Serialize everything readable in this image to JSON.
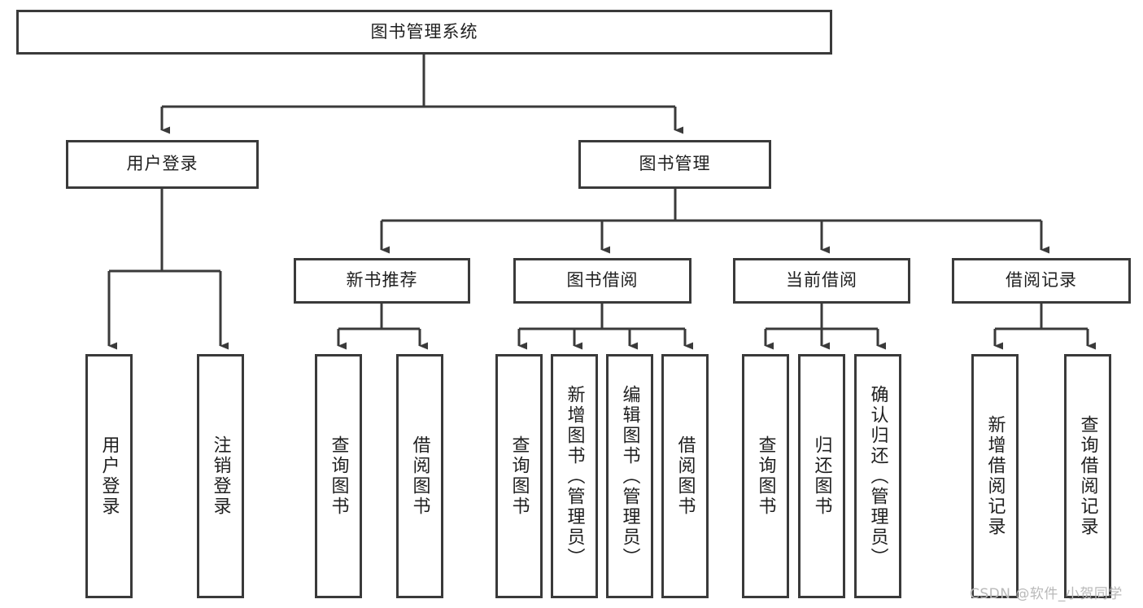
{
  "diagram": {
    "type": "hierarchy-tree",
    "title": "图书管理系统",
    "style": {
      "box_border_color": "#3a3a3a",
      "box_fill_color": "#ffffff",
      "line_color": "#3a3a3a",
      "text_color": "#1f1f1f",
      "background": "#ffffff"
    },
    "levels": {
      "level0": [
        {
          "id": "root",
          "label": "图书管理系统"
        }
      ],
      "level1": [
        {
          "id": "user-login",
          "label": "用户登录",
          "parent": "root"
        },
        {
          "id": "book-manage",
          "label": "图书管理",
          "parent": "root"
        }
      ],
      "level2": [
        {
          "id": "new-book-rec",
          "label": "新书推荐",
          "parent": "book-manage"
        },
        {
          "id": "book-borrow",
          "label": "图书借阅",
          "parent": "book-manage"
        },
        {
          "id": "current-borrow",
          "label": "当前借阅",
          "parent": "book-manage"
        },
        {
          "id": "borrow-record",
          "label": "借阅记录",
          "parent": "book-manage"
        }
      ],
      "level3": [
        {
          "id": "leaf-user-login",
          "label": "用户登录",
          "parent": "user-login"
        },
        {
          "id": "leaf-logout",
          "label": "注销登录",
          "parent": "user-login"
        },
        {
          "id": "leaf-query-book-1",
          "label": "查询图书",
          "parent": "new-book-rec"
        },
        {
          "id": "leaf-borrow-book-1",
          "label": "借阅图书",
          "parent": "new-book-rec"
        },
        {
          "id": "leaf-query-book-2",
          "label": "查询图书",
          "parent": "book-borrow"
        },
        {
          "id": "leaf-add-book",
          "label": "新增图书（管理员）",
          "parent": "book-borrow"
        },
        {
          "id": "leaf-edit-book",
          "label": "编辑图书（管理员）",
          "parent": "book-borrow"
        },
        {
          "id": "leaf-borrow-book-2",
          "label": "借阅图书",
          "parent": "book-borrow"
        },
        {
          "id": "leaf-query-book-3",
          "label": "查询图书",
          "parent": "current-borrow"
        },
        {
          "id": "leaf-return-book",
          "label": "归还图书",
          "parent": "current-borrow"
        },
        {
          "id": "leaf-confirm-return",
          "label": "确认归还（管理员）",
          "parent": "current-borrow"
        },
        {
          "id": "leaf-add-record",
          "label": "新增借阅记录",
          "parent": "borrow-record"
        },
        {
          "id": "leaf-query-record",
          "label": "查询借阅记录",
          "parent": "borrow-record"
        }
      ]
    }
  },
  "watermark": {
    "text": "CSDN @软件_小贺同学"
  }
}
